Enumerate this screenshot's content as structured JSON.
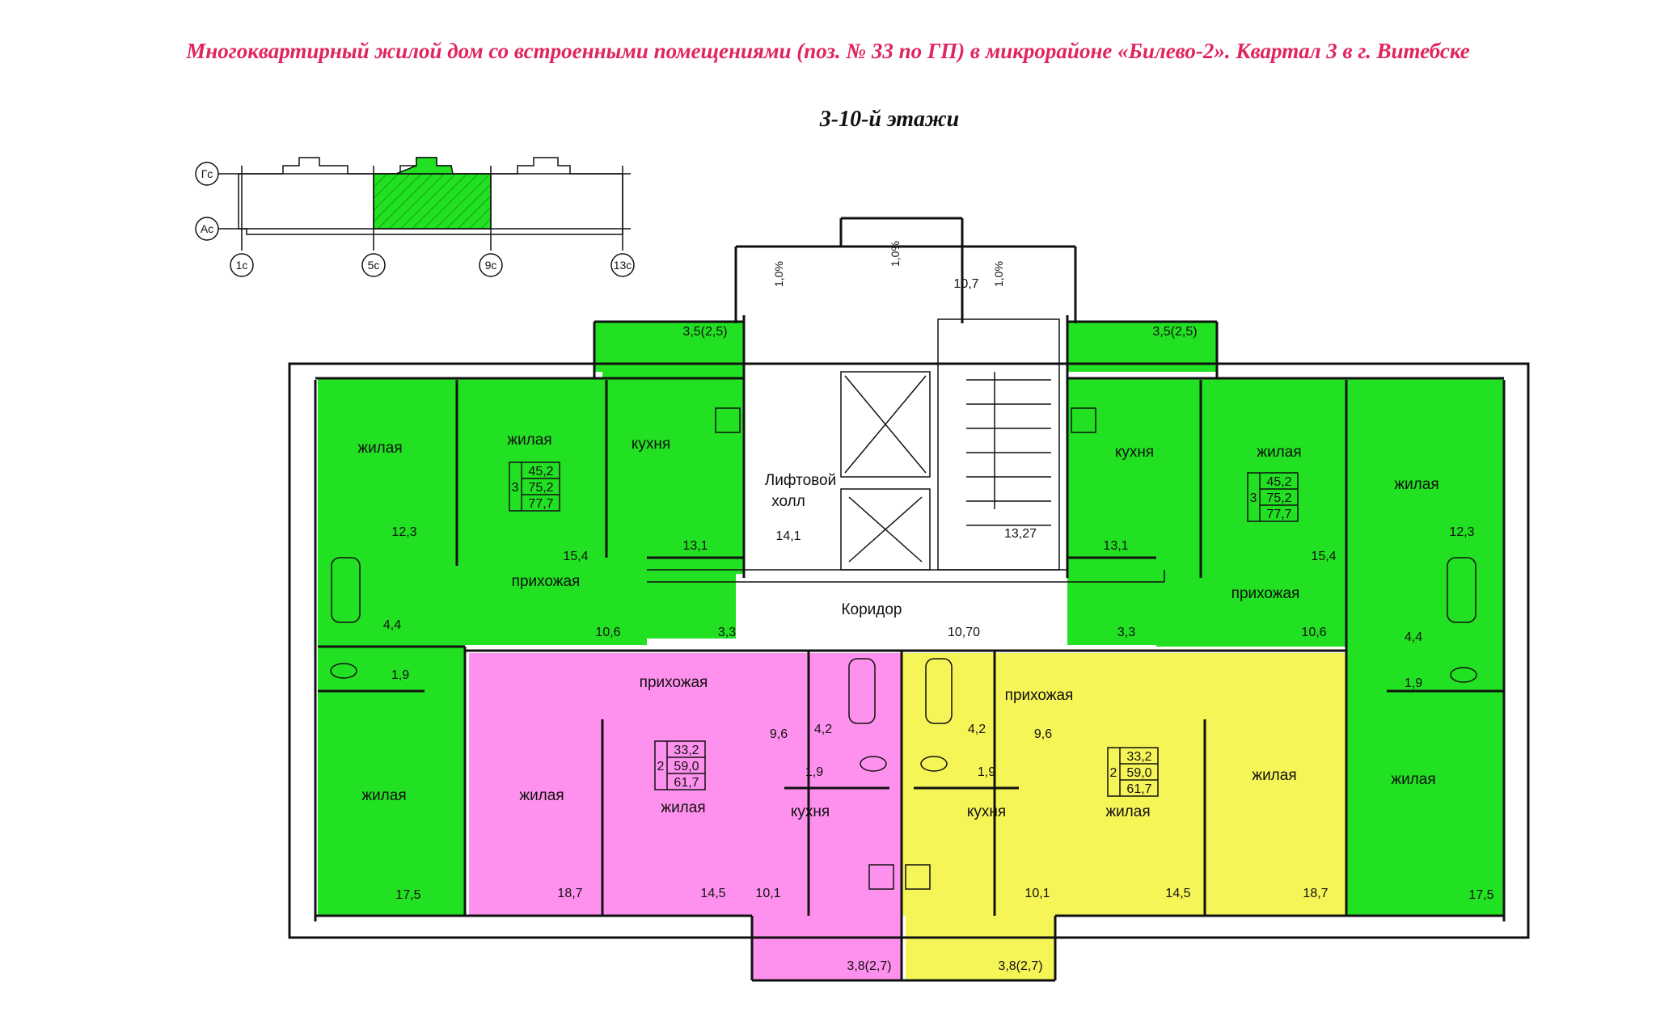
{
  "header": {
    "title": "Многоквартирный жилой дом со встроенными помещениями (поз. № 33 по ГП) в микрорайоне «Билево-2». Квартал 3 в г. Витебске",
    "floors": "3-10-й этажи"
  },
  "colors": {
    "green": "#22e022",
    "pink": "#ff91ee",
    "yellow": "#f5f558",
    "title": "#e0245e"
  },
  "key_plan": {
    "axis_labels": {
      "g": "Гс",
      "a": "Ас",
      "c1": "1с",
      "c5": "5с",
      "c9": "9с",
      "c13": "13с"
    }
  },
  "common": {
    "lift_hall": "Лифтовой",
    "lift_hall2": "холл",
    "lift_area": "14,1",
    "stair_area": "13,27",
    "corridor": "Коридор",
    "corridor_area": "10,70",
    "vest_l": "3,3",
    "vest_r": "3,3",
    "top_area": "10,7",
    "slope1": "1,0%",
    "slope2": "1,0%",
    "slope3": "1,0%"
  },
  "apartments": {
    "left3": {
      "rooms": "3",
      "living_area": "45,2",
      "total_area": "75,2",
      "total_with_balcony": "77,7",
      "balcony": "3,5(2,5)",
      "living1": "жилая",
      "living1_area": "12,3",
      "living2": "жилая",
      "living2_area": "15,4",
      "kitchen": "кухня",
      "kitchen_area": "13,1",
      "hall": "прихожая",
      "hall_area": "10,6",
      "bath_area": "4,4",
      "wc_area": "1,9",
      "living3": "жилая",
      "living3_area": "17,5"
    },
    "right3": {
      "rooms": "3",
      "living_area": "45,2",
      "total_area": "75,2",
      "total_with_balcony": "77,7",
      "balcony": "3,5(2,5)",
      "kitchen": "кухня",
      "kitchen_area": "13,1",
      "living1": "жилая",
      "living1_area": "15,4",
      "living2": "жилая",
      "living2_area": "12,3",
      "hall": "прихожая",
      "hall_area": "10,6",
      "bath_area": "4,4",
      "wc_area": "1,9",
      "living3": "жилая",
      "living3_area": "17,5"
    },
    "pink2": {
      "rooms": "2",
      "living_area": "33,2",
      "total_area": "59,0",
      "total_with_balcony": "61,7",
      "balcony": "3,8(2,7)",
      "hall": "прихожая",
      "hall_area": "9,6",
      "bath_area": "4,2",
      "wc_area": "1,9",
      "living1": "жилая",
      "living1_area": "18,7",
      "living2": "жилая",
      "living2_area": "14,5",
      "kitchen": "кухня",
      "kitchen_area": "10,1"
    },
    "yellow2": {
      "rooms": "2",
      "living_area": "33,2",
      "total_area": "59,0",
      "total_with_balcony": "61,7",
      "balcony": "3,8(2,7)",
      "hall": "прихожая",
      "hall_area": "9,6",
      "bath_area": "4,2",
      "wc_area": "1,9",
      "living1": "жилая",
      "living1_area": "14,5",
      "living2": "жилая",
      "living2_area": "18,7",
      "kitchen": "кухня",
      "kitchen_area": "10,1"
    }
  }
}
